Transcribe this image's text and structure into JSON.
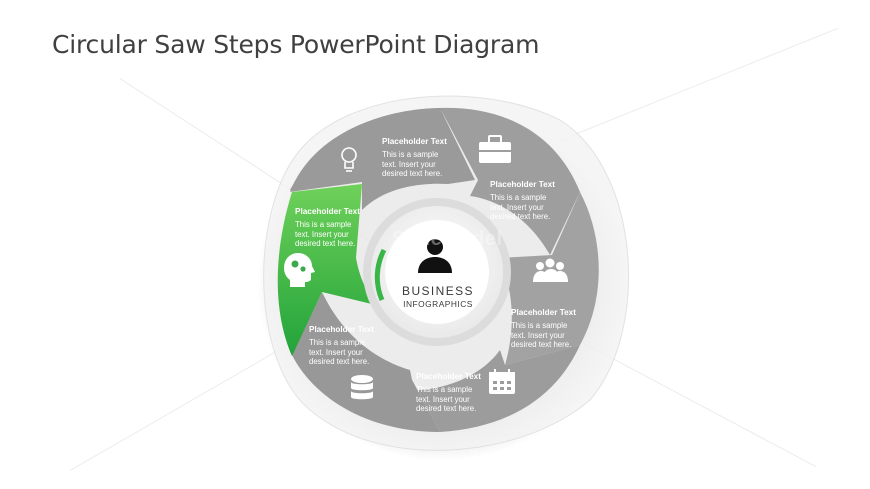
{
  "title": "Circular Saw Steps PowerPoint Diagram",
  "colors": {
    "segment_gray": "#9a9a9a",
    "accent_green": "#3db34a",
    "ring_light": "#e6e6e6"
  },
  "watermark": "SlideModel",
  "center": {
    "title": "BUSINESS",
    "subtitle": "INFOGRAPHICS",
    "icon": "user-icon"
  },
  "segments": [
    {
      "id": "top",
      "icon": "lightbulb-icon",
      "heading": "Placeholder Text",
      "body": "This is a sample\ntext.  Insert your\ndesired text here.",
      "active": false
    },
    {
      "id": "upper-right",
      "icon": "briefcase-icon",
      "heading": "Placeholder Text",
      "body": "This is a sample\ntext.  Insert your\ndesired text here.",
      "active": false
    },
    {
      "id": "lower-right",
      "icon": "team-icon",
      "heading": "Placeholder Text",
      "body": "This is a sample\ntext.  Insert your\ndesired text here.",
      "active": false
    },
    {
      "id": "bottom",
      "icon": "calendar-icon",
      "heading": "Placeholder Text",
      "body": "This is a sample\ntext.  Insert your\ndesired text here.",
      "active": false
    },
    {
      "id": "lower-left",
      "icon": "database-icon",
      "heading": "Placeholder Text",
      "body": "This is a sample\ntext.  Insert your\ndesired text here.",
      "active": false
    },
    {
      "id": "upper-left",
      "icon": "head-gears-icon",
      "heading": "Placeholder Text",
      "body": "This is a sample\ntext.  Insert your\ndesired text here.",
      "active": true
    }
  ]
}
